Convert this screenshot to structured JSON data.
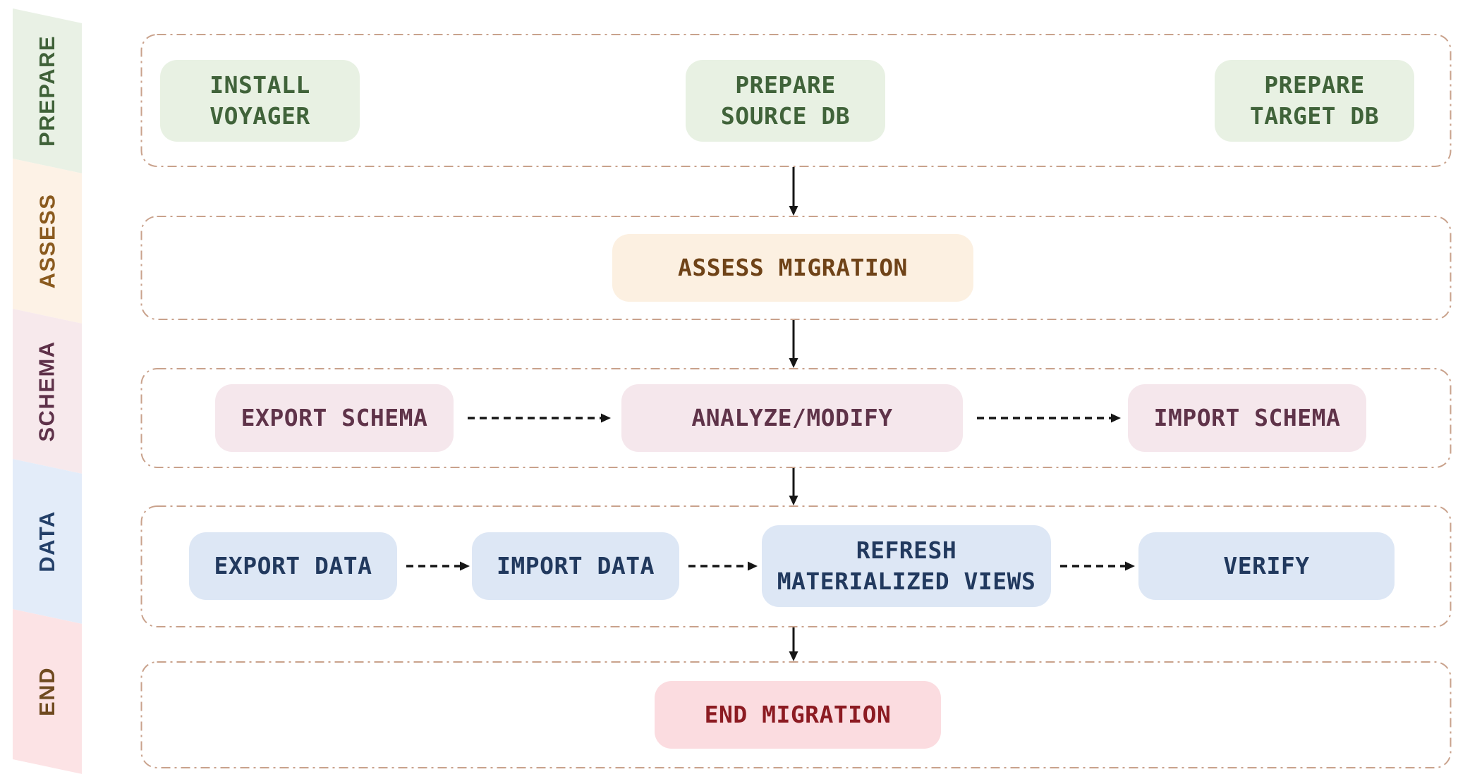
{
  "diagram_type": "database-migration-workflow-flowchart",
  "ribbon": {
    "segments": [
      {
        "label": "PREPARE",
        "bg": "#e9f1e5",
        "text_color": "#3f6138"
      },
      {
        "label": "ASSESS",
        "bg": "#fdf2e6",
        "text_color": "#8a5a1e"
      },
      {
        "label": "SCHEMA",
        "bg": "#f7e9ec",
        "text_color": "#5e3149"
      },
      {
        "label": "DATA",
        "bg": "#e3ecf9",
        "text_color": "#244069"
      },
      {
        "label": "END",
        "bg": "#fce3e5",
        "text_color": "#6f4a20"
      }
    ]
  },
  "lanes": [
    {
      "name": "prepare",
      "box_bg": "#e8f1e3",
      "box_text_color": "#40633a",
      "boxes": [
        {
          "id": "install-voyager",
          "line1": "INSTALL",
          "line2": "VOYAGER"
        },
        {
          "id": "prepare-source-db",
          "line1": "PREPARE",
          "line2": "SOURCE DB"
        },
        {
          "id": "prepare-target-db",
          "line1": "PREPARE",
          "line2": "TARGET DB"
        }
      ]
    },
    {
      "name": "assess",
      "box_bg": "#fcf0e1",
      "box_text_color": "#6f4318",
      "boxes": [
        {
          "id": "assess-migration",
          "line1": "ASSESS MIGRATION"
        }
      ]
    },
    {
      "name": "schema",
      "box_bg": "#f5e7ec",
      "box_text_color": "#5f3349",
      "boxes": [
        {
          "id": "export-schema",
          "line1": "EXPORT SCHEMA"
        },
        {
          "id": "analyze-modify",
          "line1": "ANALYZE/MODIFY"
        },
        {
          "id": "import-schema",
          "line1": "IMPORT SCHEMA"
        }
      ]
    },
    {
      "name": "data",
      "box_bg": "#dde7f5",
      "box_text_color": "#21395e",
      "boxes": [
        {
          "id": "export-data",
          "line1": "EXPORT DATA"
        },
        {
          "id": "import-data",
          "line1": "IMPORT DATA"
        },
        {
          "id": "refresh-materialized-views",
          "line1": "REFRESH",
          "line2": "MATERIALIZED VIEWS"
        },
        {
          "id": "verify",
          "line1": "VERIFY"
        }
      ]
    },
    {
      "name": "end",
      "box_bg": "#fbdce0",
      "box_text_color": "#8c1b22",
      "boxes": [
        {
          "id": "end-migration",
          "line1": "END MIGRATION"
        }
      ]
    }
  ],
  "connections": {
    "vertical": [
      {
        "from": "prepare-source-db",
        "to": "assess-migration"
      },
      {
        "from": "assess-migration",
        "to": "analyze-modify"
      },
      {
        "from": "analyze-modify",
        "to": "refresh-materialized-views"
      },
      {
        "from": "refresh-materialized-views",
        "to": "end-migration"
      }
    ],
    "horizontal_dashed": [
      {
        "from": "export-schema",
        "to": "analyze-modify"
      },
      {
        "from": "analyze-modify",
        "to": "import-schema"
      },
      {
        "from": "export-data",
        "to": "import-data"
      },
      {
        "from": "import-data",
        "to": "refresh-materialized-views"
      },
      {
        "from": "refresh-materialized-views",
        "to": "verify"
      }
    ]
  },
  "colors": {
    "lane_border": "#c9a28c",
    "arrow": "#151515",
    "background": "#ffffff"
  }
}
